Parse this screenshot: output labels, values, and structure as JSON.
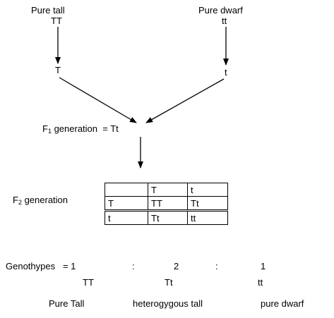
{
  "parents": {
    "left_label": "Pure  tall",
    "left_genotype": "TT",
    "right_label": "Pure dwarf",
    "right_genotype": "tt"
  },
  "gametes": {
    "left": "T",
    "right": "t"
  },
  "f1": {
    "label_prefix": "F",
    "label_sub": "1",
    "label_suffix": " generation  = Tt"
  },
  "f2": {
    "label_prefix": "F",
    "label_sub": "2",
    "label_suffix": " generation",
    "table": [
      [
        "",
        "T",
        "t"
      ],
      [
        "T",
        "TT",
        "Tt"
      ],
      [
        "t",
        "Tt",
        "tt"
      ]
    ]
  },
  "ratio": {
    "label": "Genothypes   = 1",
    "colon1": ":",
    "two": "2",
    "colon2": ":",
    "one": "1",
    "g1": "TT",
    "g2": "Tt",
    "g3": "tt",
    "p1": "Pure Tall",
    "p2": "heterogygous tall",
    "p3": "pure dwarf"
  }
}
